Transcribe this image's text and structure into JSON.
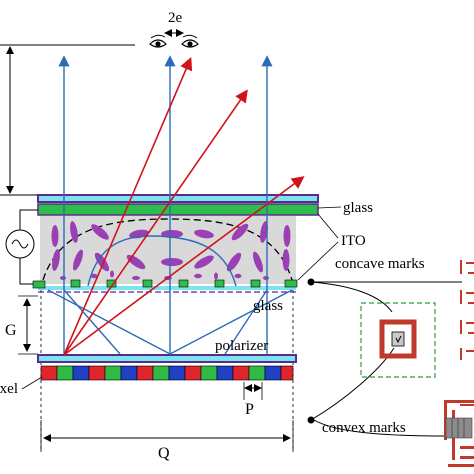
{
  "labels": {
    "eye_distance": "2e",
    "glass_top": "glass",
    "ito": "ITO",
    "concave_marks": "concave marks",
    "glass_mid": "glass",
    "gap": "G",
    "polarizer": "polarizer",
    "pixel": "pixel",
    "pitch": "P",
    "width": "Q",
    "convex_marks": "convex marks"
  },
  "colors": {
    "glass_edge": "#5a2c8a",
    "electrode_green": "#2dbd4a",
    "lc_fill": "#d9d9d9",
    "lc_molecule": "#9b3fb5",
    "cyan_layer": "#7de3f0",
    "ray_blue": "#2e6bb5",
    "ray_red": "#d0141c",
    "pixel_red": "#e0262a",
    "pixel_green": "#2fbb45",
    "pixel_blue": "#1f3fc4",
    "mark_red": "#c0392b",
    "dash_green": "#2f9e44"
  },
  "icons": {
    "eyes": "eyes-icon",
    "ac_source": "ac-source-icon"
  }
}
